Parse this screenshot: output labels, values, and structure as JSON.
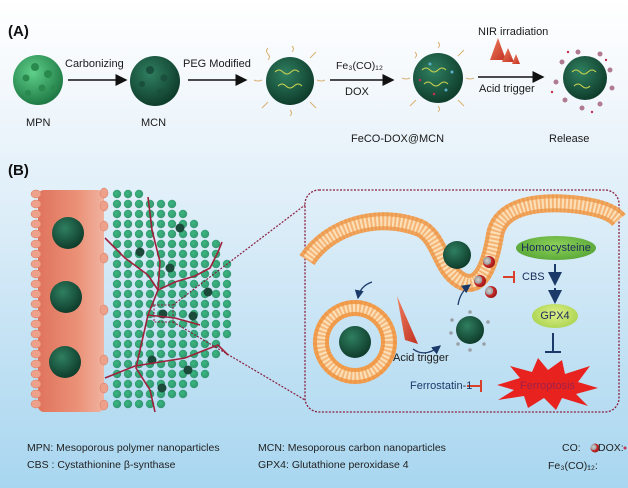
{
  "panel_a": {
    "label": "(A)",
    "particles": [
      "MPN",
      "MCN",
      "FeCO-DOX@MCN",
      "Release"
    ],
    "steps": {
      "carbonizing": "Carbonizing",
      "peg": "PEG Modified",
      "fe_reagent": "Fe₃(CO)₁₂",
      "dox": "DOX",
      "nir": "NIR irradiation",
      "acid": "Acid trigger"
    }
  },
  "panel_b": {
    "label": "(B)",
    "homocysteine": "Homocysteine",
    "cbs": "CBS",
    "gpx4": "GPX4",
    "acid_trigger": "Acid trigger",
    "ferrostatin": "Ferrostatin-1",
    "ferroptosis": "Ferroptosis"
  },
  "legend": {
    "mpn": "MPN: Mesoporous polymer nanoparticles",
    "mcn": "MCN: Mesoporous carbon nanoparticles",
    "cbs": "CBS : Cystathionine β-synthase",
    "gpx4": "GPX4: Glutathione peroxidase 4",
    "co": "CO:",
    "dox": "DOX:",
    "feco": "Fe₃(CO)₁₂:"
  },
  "colors": {
    "mpn_green": "#2e9a5a",
    "mcn_green": "#1d5a45",
    "vessel": "#e5826a",
    "capillary": "#a0203a",
    "membrane": "#f0a050",
    "arrow_dark": "#1b3a6a",
    "inhibit_red": "#d9402a",
    "homocysteine_fill": "#5fae3a",
    "gpx4_fill": "#b8dc58",
    "ferroptosis_red": "#e8231f"
  }
}
